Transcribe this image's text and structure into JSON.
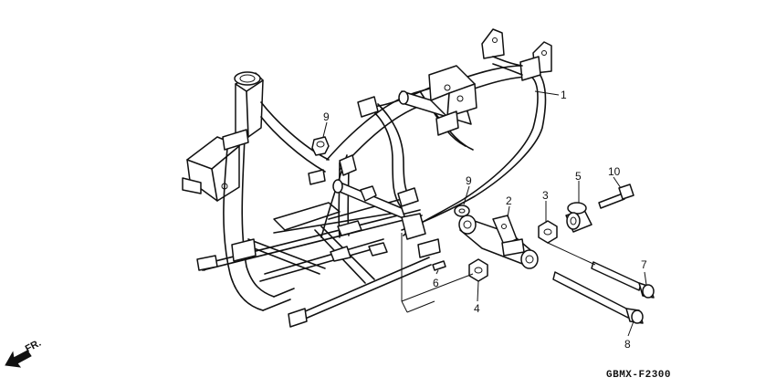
{
  "callouts": {
    "c1": "1",
    "c2": "2",
    "c3": "3",
    "c4": "4",
    "c5": "5",
    "c6": "6",
    "c7": "7",
    "c8": "8",
    "c9a": "9",
    "c9b": "9",
    "c10": "10"
  },
  "direction_label": "FR.",
  "diagram_code": "GBMX-F2300",
  "colors": {
    "line": "#111111",
    "background": "#ffffff"
  }
}
